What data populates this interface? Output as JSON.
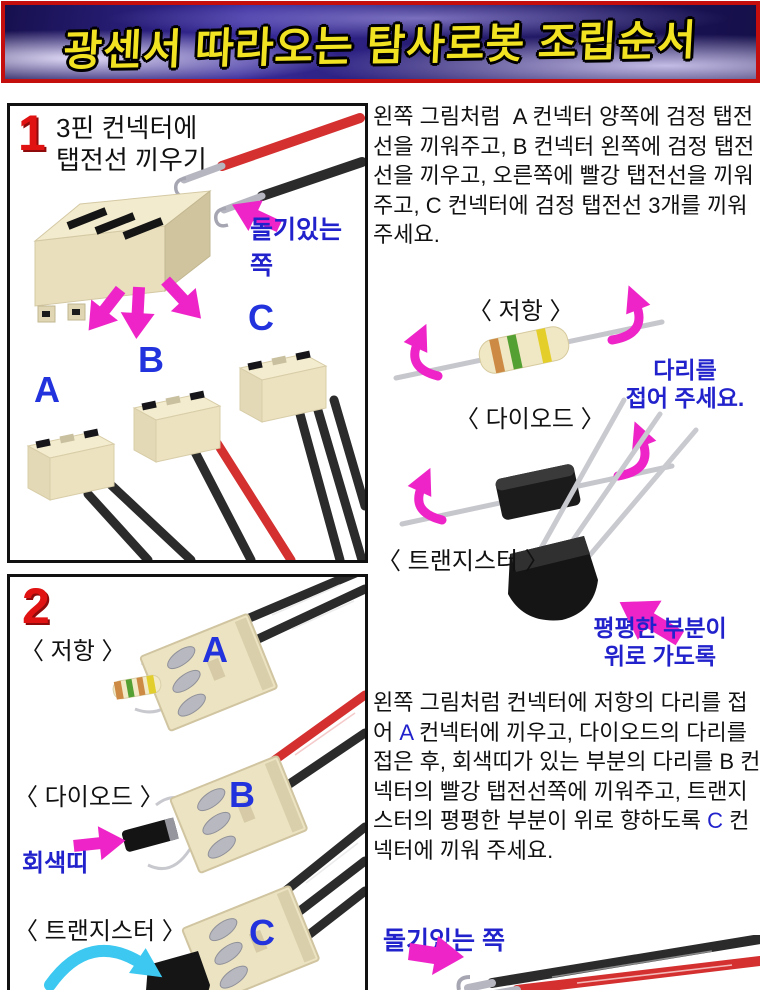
{
  "banner": {
    "title": "광센서 따라오는 탐사로봇 조립순서"
  },
  "step1": {
    "number": "1",
    "heading_line1": "3핀 컨넥터에",
    "heading_line2": "탭전선 끼우기",
    "tab_callout": "돌기있는 쪽",
    "connector_labels": [
      "A",
      "B",
      "C"
    ]
  },
  "step2": {
    "number": "2",
    "resistor_label": "〈 저항 〉",
    "diode_label": "〈 다이오드 〉",
    "gray_band_callout": "회색띠",
    "transistor_label": "〈 트랜지스터 〉",
    "connector_labels": [
      "A",
      "B",
      "C"
    ]
  },
  "right_column": {
    "para1": "왼쪽 그림처럼  A 컨넥터 양쪽에 검정 탭전선을 끼워주고, B 컨넥터 왼쪽에 검정 탭전선을 끼우고, 오른쪽에 빨강 탭전선을 끼워주고, C 컨넥터에 검정 탭전선 3개를 끼워주세요.",
    "resistor_label": "〈 저항 〉",
    "fold_legs_note": "다리를\n접어 주세요.",
    "diode_label": "〈 다이오드 〉",
    "transistor_label": "〈 트랜지스터 〉",
    "flat_side_note": "평평한 부분이\n위로 가도록",
    "para2_segments": [
      {
        "text": "왼쪽 그림처럼 컨넥터에 저항의 다리를 접어 ",
        "highlight": false
      },
      {
        "text": "A",
        "highlight": true
      },
      {
        "text": " 컨넥터에 끼우고, 다이오드의 다리를 접은 후, 회색띠가 있는 부분의 다리를 B 컨넥터의 빨강 탭전선쪽에 끼워주고, 트랜지스터의 평평한 부분이 위로 향하도록 ",
        "highlight": false
      },
      {
        "text": "C",
        "highlight": true
      },
      {
        "text": " 컨넥터에 끼워 주세요.",
        "highlight": false
      }
    ],
    "tab_callout": "돌기있는 쪽"
  },
  "colors": {
    "accent_blue": "#2222cc",
    "arrow_magenta": "#ee24c8",
    "arrow_cyan": "#3cc8f0",
    "step_number_red": "#e01212",
    "wire_red": "#d43030",
    "wire_black": "#2b2b2b",
    "connector_cream": "#ece3c2",
    "banner_yellow": "#f2e322",
    "banner_border_red": "#c40d0d"
  }
}
